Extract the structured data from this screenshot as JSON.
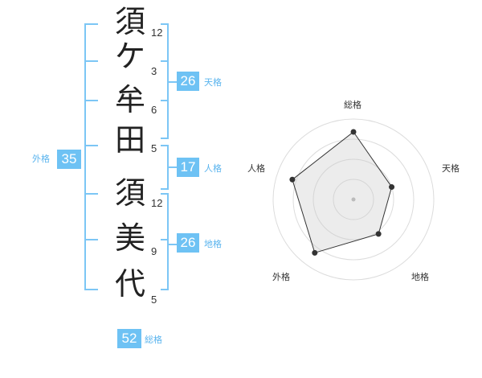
{
  "name_chars": [
    "須",
    "ケ",
    "牟",
    "田",
    "須",
    "美",
    "代"
  ],
  "strokes": [
    "12",
    "3",
    "6",
    "5",
    "12",
    "9",
    "5"
  ],
  "tenkaku": {
    "value": "26",
    "label": "天格"
  },
  "jinkaku": {
    "value": "17",
    "label": "人格"
  },
  "chikaku": {
    "value": "26",
    "label": "地格"
  },
  "gaikaku": {
    "value": "35",
    "label": "外格"
  },
  "soukaku": {
    "value": "52",
    "label": "総格"
  },
  "accent_color": "#6ec2f4",
  "radar": {
    "axes": [
      "総格",
      "天格",
      "地格",
      "外格",
      "人格"
    ],
    "values": [
      0.84,
      0.5,
      0.53,
      0.82,
      0.8
    ],
    "rings": 4
  }
}
